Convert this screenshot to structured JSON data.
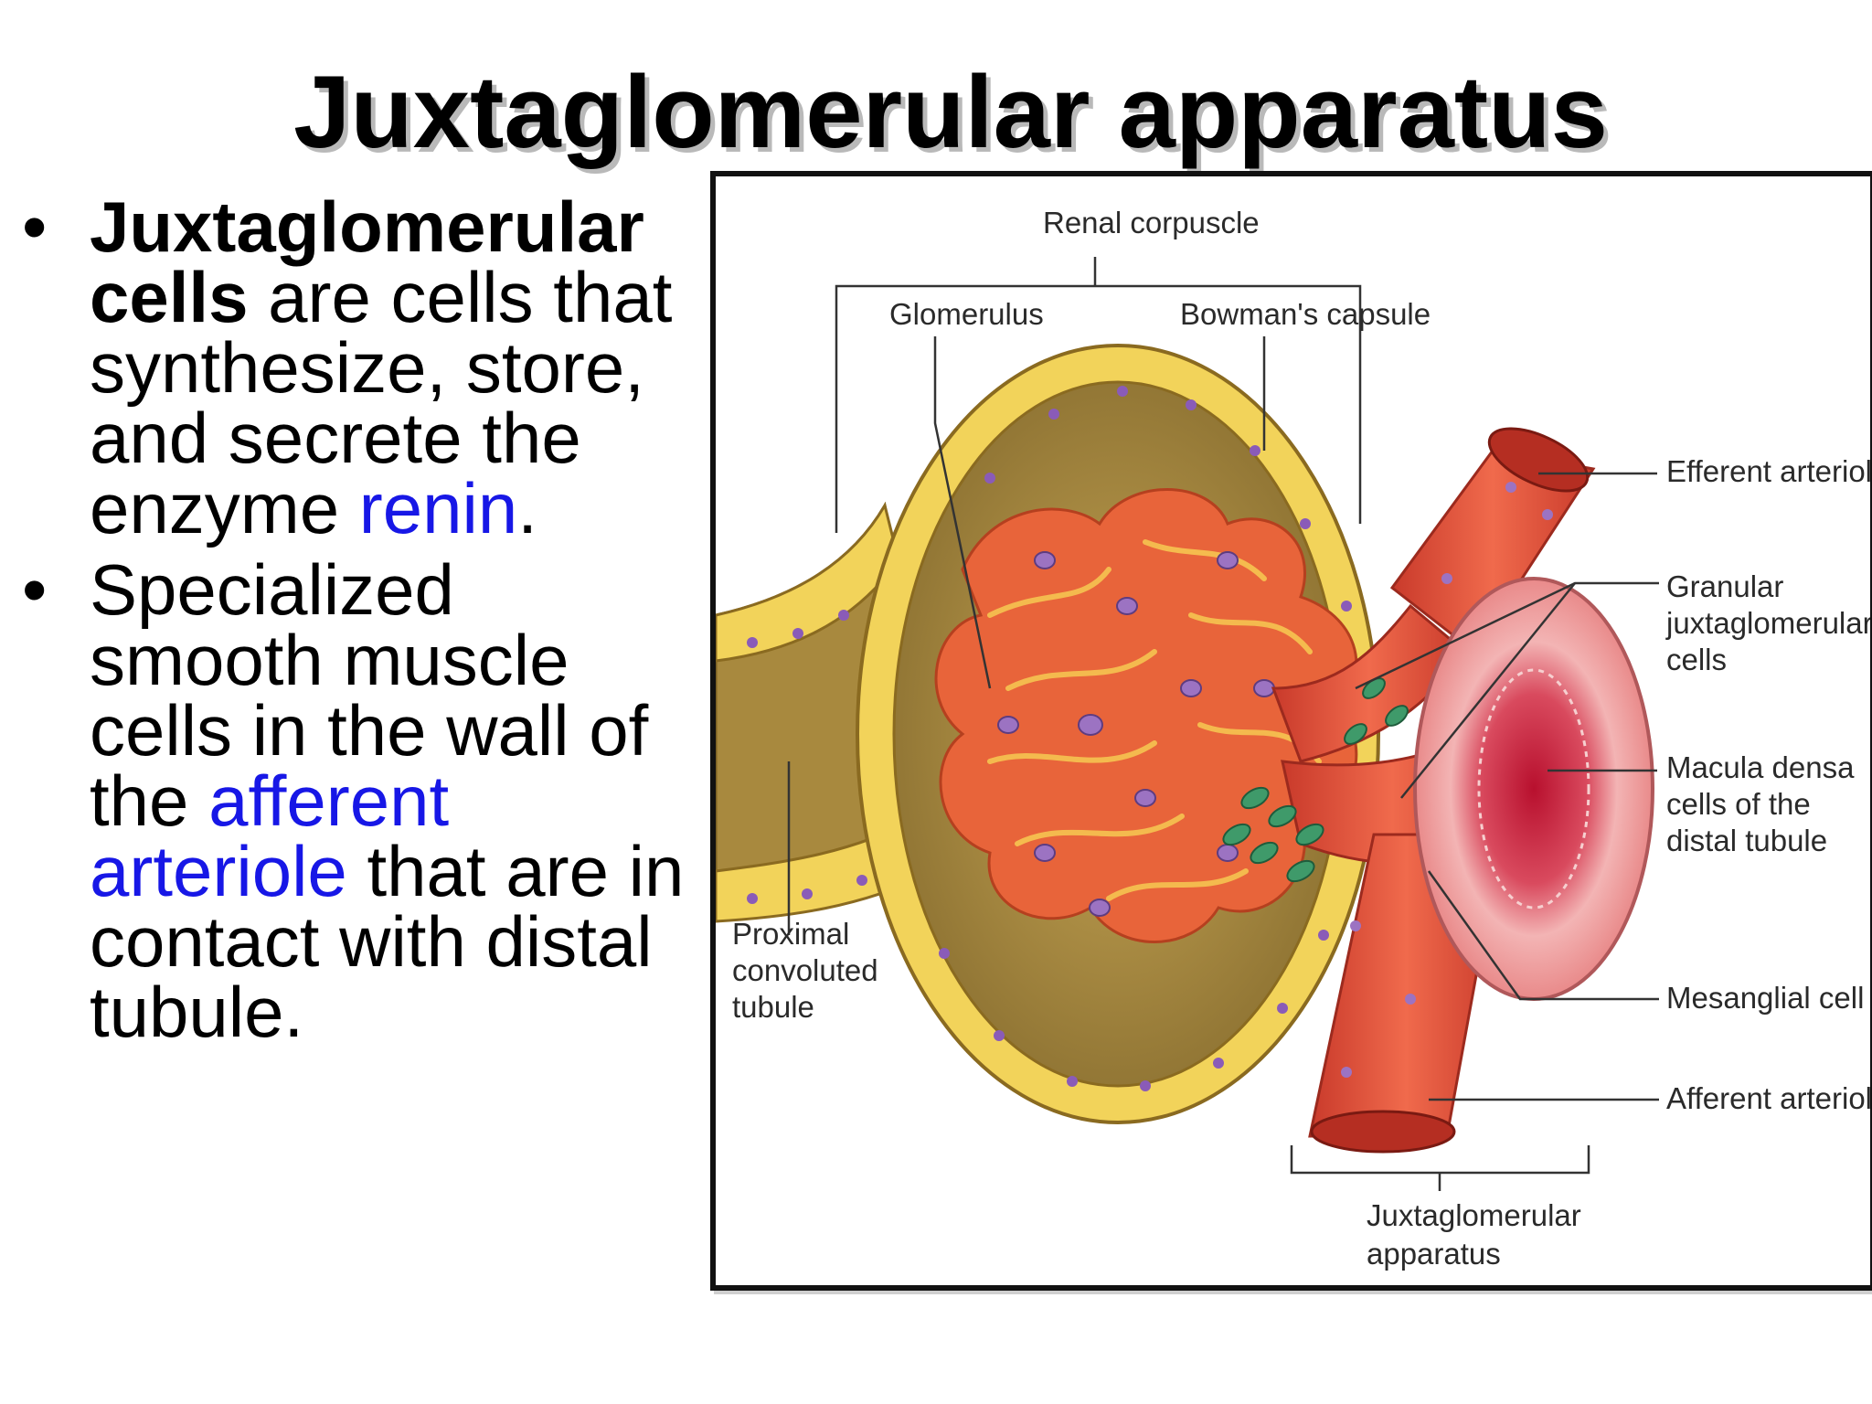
{
  "slide": {
    "title": "Juxtaglomerular apparatus",
    "bullets": [
      {
        "marker": "•",
        "lead_bold": " Juxtaglomerular cells",
        "text_1": " are cells that synthesize, store, and secrete the enzyme ",
        "link": "renin",
        "text_2": "."
      },
      {
        "marker": "•",
        "text_1": "Specialized smooth muscle cells in the wall of the ",
        "link": "afferent arteriole",
        "text_2": " that are in contact with distal tubule."
      }
    ]
  },
  "figure": {
    "labels": {
      "renal_corpuscle": "Renal corpuscle",
      "glomerulus": "Glomerulus",
      "bowmans_capsule": "Bowman's capsule",
      "efferent_arteriole": "Efferent arteriole",
      "granular_1": "Granular",
      "granular_2": "juxtaglomerular",
      "granular_3": "cells",
      "macula_1": "Macula densa",
      "macula_2": "cells of the",
      "macula_3": "distal tubule",
      "proximal_1": "Proximal",
      "proximal_2": "convoluted",
      "proximal_3": "tubule",
      "mesangial_cell": "Mesanglial cell",
      "afferent_arteriole": "Afferent arteriole",
      "jga_1": "Juxtaglomerular",
      "jga_2": "apparatus"
    },
    "colors": {
      "capsule_cells": "#f2d35a",
      "capsule_fill": "#a8893e",
      "glomerulus": "#e8643a",
      "vessel": "#e24a38",
      "nuclei": "#9c73c2",
      "granular_cells": "#3f9a6a",
      "macula_densa": "#f0a3a3"
    }
  }
}
